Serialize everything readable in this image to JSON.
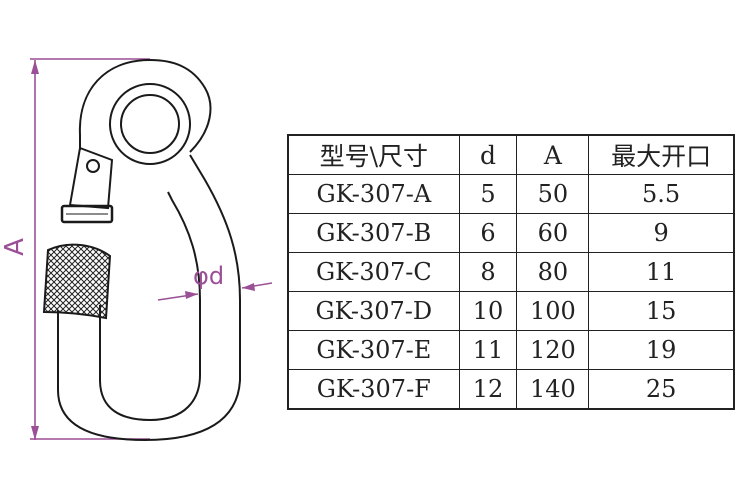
{
  "diagram": {
    "dim_color": "#9b4f96",
    "line_color": "#1a1a1a",
    "dimension_A_label": "A",
    "dimension_d_label": "φd"
  },
  "table": {
    "headers": [
      "型号\\尺寸",
      "d",
      "A",
      "最大开口"
    ],
    "rows": [
      [
        "GK-307-A",
        "5",
        "50",
        "5.5"
      ],
      [
        "GK-307-B",
        "6",
        "60",
        "9"
      ],
      [
        "GK-307-C",
        "8",
        "80",
        "11"
      ],
      [
        "GK-307-D",
        "10",
        "100",
        "15"
      ],
      [
        "GK-307-E",
        "11",
        "120",
        "19"
      ],
      [
        "GK-307-F",
        "12",
        "140",
        "25"
      ]
    ]
  }
}
